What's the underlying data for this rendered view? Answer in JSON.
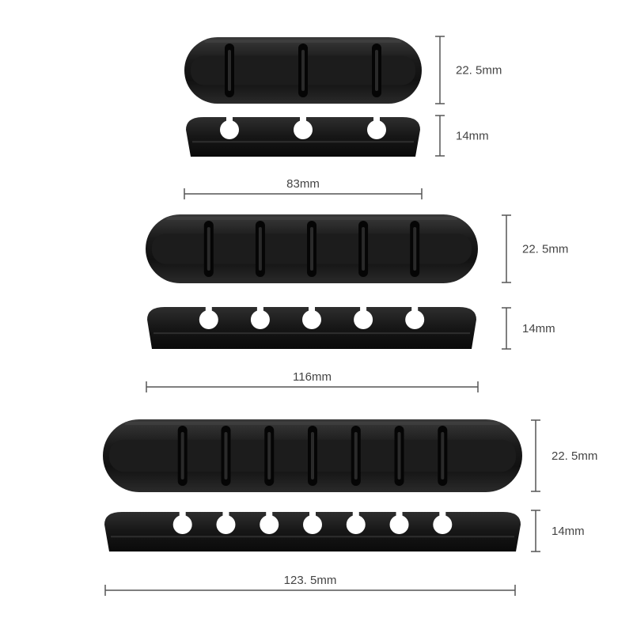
{
  "colors": {
    "clip_body": "#1c1c1c",
    "clip_dark": "#050505",
    "clip_highlight": "#4a4a4a",
    "dimension_line": "#555555",
    "dimension_text": "#444444",
    "background": "#ffffff"
  },
  "products": [
    {
      "slots": 3,
      "height_label": "22. 5mm",
      "thickness_label": "14mm",
      "length_label": "83mm"
    },
    {
      "slots": 5,
      "height_label": "22. 5mm",
      "thickness_label": "14mm",
      "length_label": "116mm"
    },
    {
      "slots": 7,
      "height_label": "22. 5mm",
      "thickness_label": "14mm",
      "length_label": "123. 5mm"
    }
  ]
}
